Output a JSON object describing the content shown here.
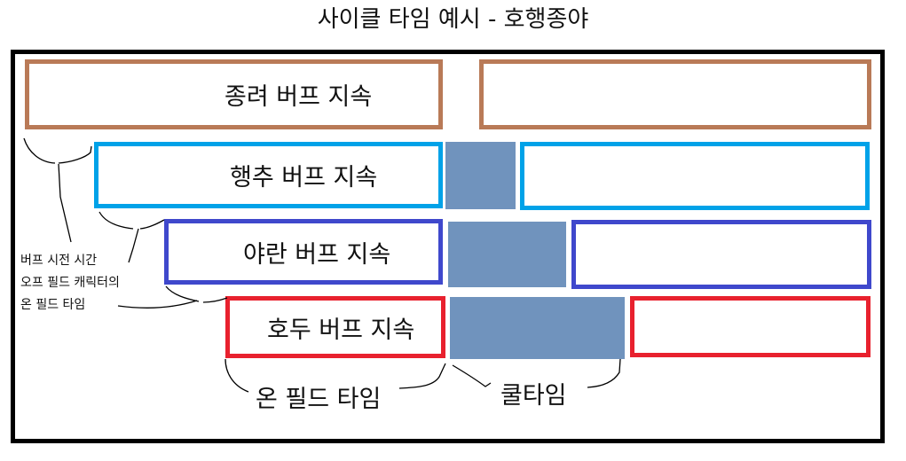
{
  "title": "사이클 타임 예시 - 호행종야",
  "colors": {
    "frame": "#000000",
    "jongryeo": "#b97a57",
    "haengchu": "#00a2e8",
    "yaran": "#3f48cc",
    "hodu": "#e8212e",
    "cooltime": "#7093bd"
  },
  "rows": [
    {
      "id": "jongryeo",
      "label": "종려 버프 지속"
    },
    {
      "id": "haengchu",
      "label": "행추 버프 지속"
    },
    {
      "id": "yaran",
      "label": "야란 버프 지속"
    },
    {
      "id": "hodu",
      "label": "호두 버프 지속"
    }
  ],
  "annotations": {
    "left_note": [
      "버프 시전 시간",
      "오프 필드 캐릭터의",
      "온 필드 타임"
    ],
    "onfield": "온 필드 타임",
    "cooltime": "쿨타임"
  }
}
